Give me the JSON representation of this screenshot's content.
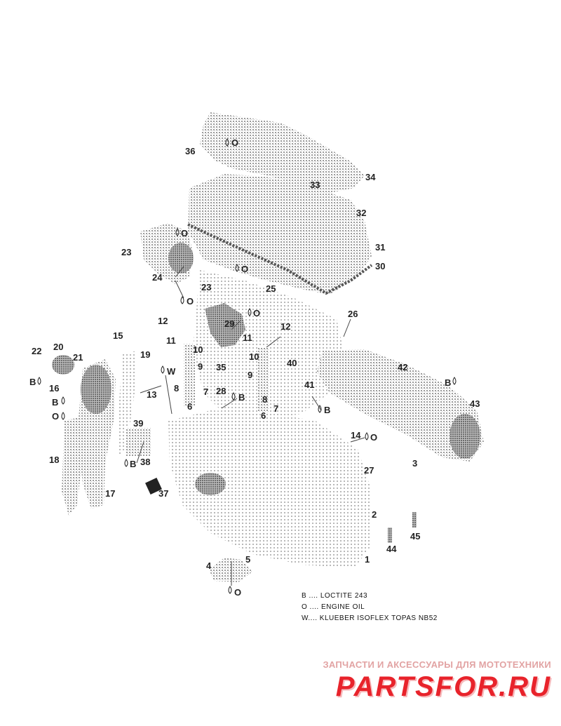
{
  "callouts": [
    {
      "id": "c36",
      "text": "36"
    },
    {
      "id": "c34",
      "text": "34"
    },
    {
      "id": "c33",
      "text": "33"
    },
    {
      "id": "c32",
      "text": "32"
    },
    {
      "id": "c31",
      "text": "31"
    },
    {
      "id": "c30",
      "text": "30"
    },
    {
      "id": "c23a",
      "text": "23"
    },
    {
      "id": "c24",
      "text": "24"
    },
    {
      "id": "c23b",
      "text": "23"
    },
    {
      "id": "c25",
      "text": "25"
    },
    {
      "id": "c26",
      "text": "26"
    },
    {
      "id": "c29",
      "text": "29"
    },
    {
      "id": "c12a",
      "text": "12"
    },
    {
      "id": "c12b",
      "text": "12"
    },
    {
      "id": "c11a",
      "text": "11"
    },
    {
      "id": "c11b",
      "text": "11"
    },
    {
      "id": "c10a",
      "text": "10"
    },
    {
      "id": "c10b",
      "text": "10"
    },
    {
      "id": "c9a",
      "text": "9"
    },
    {
      "id": "c9b",
      "text": "9"
    },
    {
      "id": "c35",
      "text": "35"
    },
    {
      "id": "c40",
      "text": "40"
    },
    {
      "id": "c42",
      "text": "42"
    },
    {
      "id": "c22",
      "text": "22"
    },
    {
      "id": "c20",
      "text": "20"
    },
    {
      "id": "c21",
      "text": "21"
    },
    {
      "id": "c15",
      "text": "15"
    },
    {
      "id": "c19",
      "text": "19"
    },
    {
      "id": "c16",
      "text": "16"
    },
    {
      "id": "c13",
      "text": "13"
    },
    {
      "id": "c8a",
      "text": "8"
    },
    {
      "id": "c7a",
      "text": "7"
    },
    {
      "id": "c28",
      "text": "28"
    },
    {
      "id": "c6a",
      "text": "6"
    },
    {
      "id": "c8b",
      "text": "8"
    },
    {
      "id": "c7b",
      "text": "7"
    },
    {
      "id": "c6b",
      "text": "6"
    },
    {
      "id": "c41",
      "text": "41"
    },
    {
      "id": "c43",
      "text": "43"
    },
    {
      "id": "c39",
      "text": "39"
    },
    {
      "id": "c38",
      "text": "38"
    },
    {
      "id": "c14",
      "text": "14"
    },
    {
      "id": "c3",
      "text": "3"
    },
    {
      "id": "c27",
      "text": "27"
    },
    {
      "id": "c18",
      "text": "18"
    },
    {
      "id": "c17",
      "text": "17"
    },
    {
      "id": "c37",
      "text": "37"
    },
    {
      "id": "c2",
      "text": "2"
    },
    {
      "id": "c44",
      "text": "44"
    },
    {
      "id": "c45",
      "text": "45"
    },
    {
      "id": "c4",
      "text": "4"
    },
    {
      "id": "c5",
      "text": "5"
    },
    {
      "id": "c1",
      "text": "1"
    }
  ],
  "symbols": [
    {
      "id": "s1",
      "text": "O"
    },
    {
      "id": "s2",
      "text": "O"
    },
    {
      "id": "s3",
      "text": "O"
    },
    {
      "id": "s4",
      "text": "O"
    },
    {
      "id": "s5",
      "text": "O"
    },
    {
      "id": "s6",
      "text": "O"
    },
    {
      "id": "s7",
      "text": "W"
    },
    {
      "id": "s8",
      "text": "B"
    },
    {
      "id": "s9",
      "text": "B"
    },
    {
      "id": "s10",
      "text": "O"
    },
    {
      "id": "s11",
      "text": "B"
    },
    {
      "id": "s12",
      "text": "B"
    },
    {
      "id": "s13",
      "text": "B"
    },
    {
      "id": "s14",
      "text": "B"
    },
    {
      "id": "s15",
      "text": "O"
    },
    {
      "id": "s16",
      "text": "O"
    }
  ],
  "legend": [
    "B .... LOCTITE 243",
    "O .... ENGINE OIL",
    "W.... KLUEBER ISOFLEX TOPAS NB52"
  ],
  "watermark": {
    "tagline": "ЗАПЧАСТИ И АКСЕССУАРЫ ДЛЯ МОТОТЕХНИКИ",
    "logo": "PARTSFOR.RU"
  }
}
